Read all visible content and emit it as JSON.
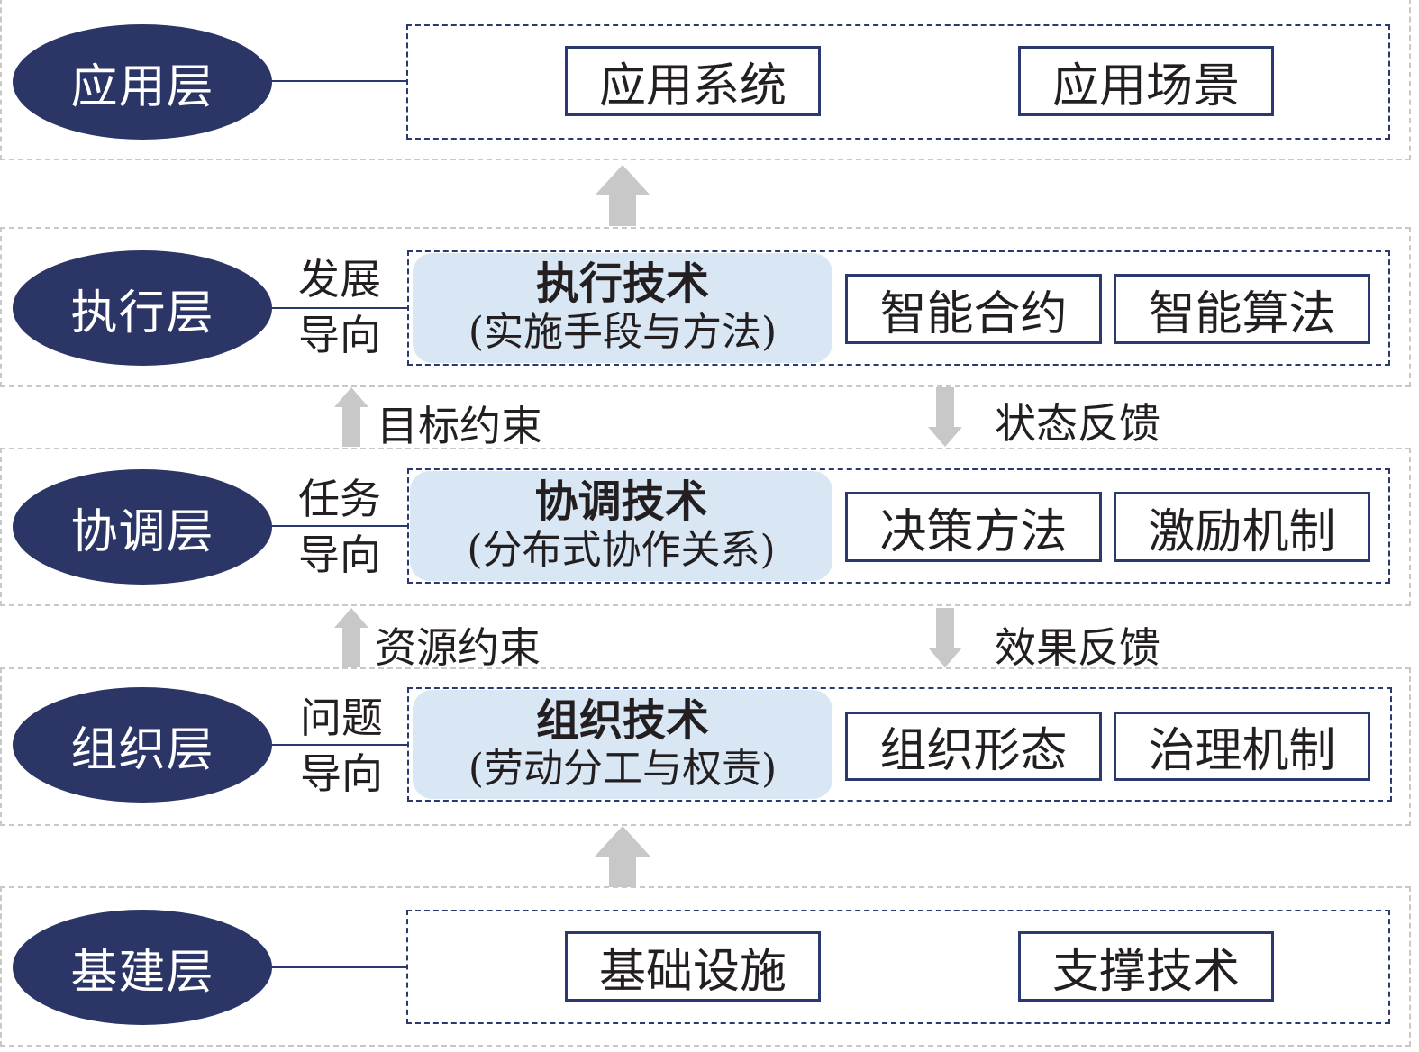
{
  "layers": {
    "application": {
      "label": "应用层",
      "items": [
        "应用系统",
        "应用场景"
      ]
    },
    "execution": {
      "label": "执行层",
      "orientation": [
        "发展",
        "导向"
      ],
      "tech_title": "执行技术",
      "tech_sub": "(实施手段与方法)",
      "items": [
        "智能合约",
        "智能算法"
      ]
    },
    "coordination": {
      "label": "协调层",
      "orientation": [
        "任务",
        "导向"
      ],
      "tech_title": "协调技术",
      "tech_sub": "(分布式协作关系)",
      "items": [
        "决策方法",
        "激励机制"
      ]
    },
    "organization": {
      "label": "组织层",
      "orientation": [
        "问题",
        "导向"
      ],
      "tech_title": "组织技术",
      "tech_sub": "(劳动分工与权责)",
      "items": [
        "组织形态",
        "治理机制"
      ]
    },
    "infrastructure": {
      "label": "基建层",
      "items": [
        "基础设施",
        "支撑技术"
      ]
    }
  },
  "links": {
    "goal_constraint": "目标约束",
    "state_feedback": "状态反馈",
    "resource_constraint": "资源约束",
    "effect_feedback": "效果反馈"
  },
  "colors": {
    "navy": "#2b3566",
    "light_blue": "#d9e6f3",
    "arrow_gray": "#c8c8c8",
    "band_gray": "#c8c8c8"
  }
}
